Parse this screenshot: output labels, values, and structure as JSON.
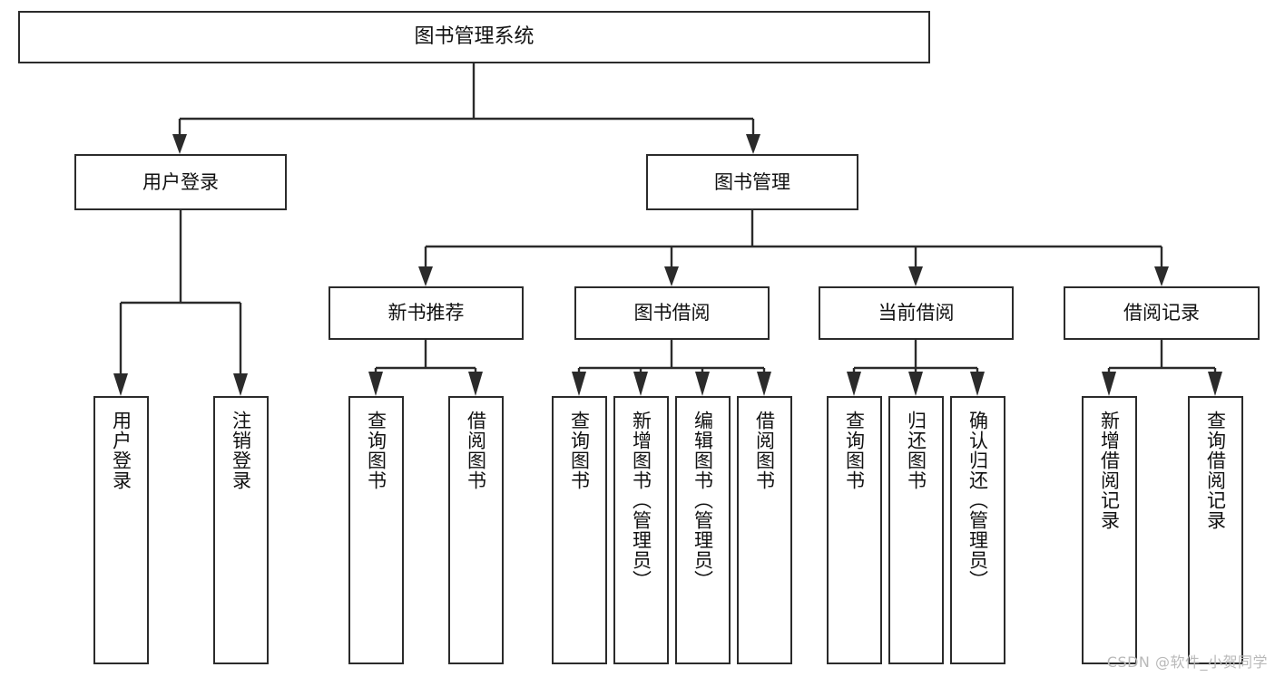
{
  "diagram": {
    "title": "图书管理系统",
    "type": "function-structure-tree",
    "root": {
      "label": "图书管理系统"
    },
    "level2": [
      {
        "label": "用户登录"
      },
      {
        "label": "图书管理"
      }
    ],
    "level3": [
      {
        "label": "新书推荐"
      },
      {
        "label": "图书借阅"
      },
      {
        "label": "当前借阅"
      },
      {
        "label": "借阅记录"
      }
    ],
    "leaves": {
      "user_login": [
        {
          "label": "用户登录"
        },
        {
          "label": "注销登录"
        }
      ],
      "new_book_recommend": [
        {
          "label": "查询图书"
        },
        {
          "label": "借阅图书"
        }
      ],
      "book_borrow": [
        {
          "label": "查询图书"
        },
        {
          "label": "新增图书（管理员）"
        },
        {
          "label": "编辑图书（管理员）"
        },
        {
          "label": "借阅图书"
        }
      ],
      "current_borrow": [
        {
          "label": "查询图书"
        },
        {
          "label": "归还图书"
        },
        {
          "label": "确认归还（管理员）"
        }
      ],
      "borrow_record": [
        {
          "label": "新增借阅记录"
        },
        {
          "label": "查询借阅记录"
        }
      ]
    }
  },
  "watermark": {
    "text": "CSDN @软件_小贺同学"
  },
  "colors": {
    "stroke": "#2b2b2b",
    "background": "#ffffff",
    "text": "#111111",
    "watermark": "#b9b9b9"
  }
}
